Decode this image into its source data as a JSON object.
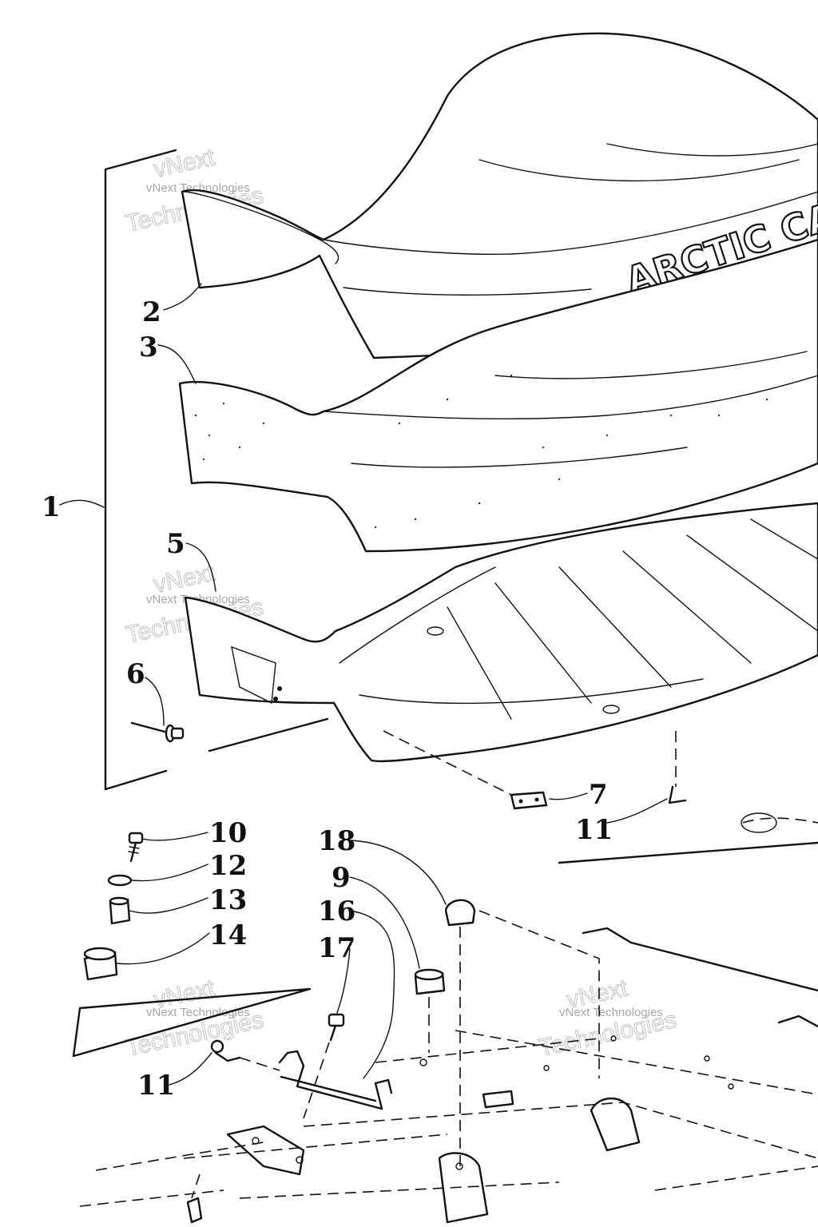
{
  "brand_text": "ARCTIC CAT",
  "watermark": {
    "line1": "vNext Technologies",
    "line2": "vNext",
    "line3": "Technologies"
  },
  "callouts": [
    "1",
    "2",
    "3",
    "5",
    "6",
    "7",
    "11",
    "10",
    "12",
    "13",
    "14",
    "18",
    "9",
    "16",
    "17",
    "11"
  ]
}
